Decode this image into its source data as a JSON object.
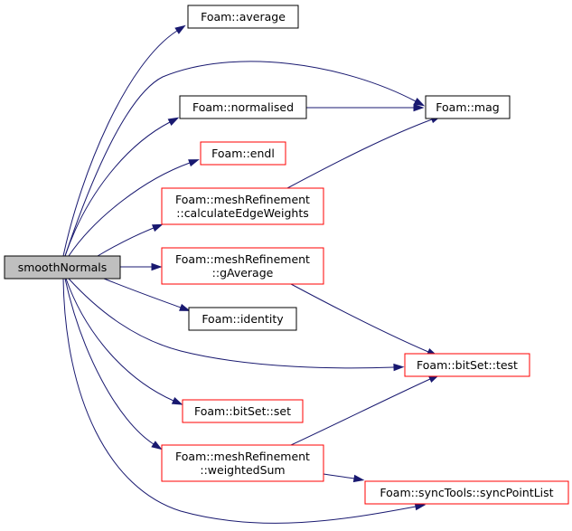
{
  "graph": {
    "root": "smoothNormals",
    "colors": {
      "root_fill": "#bfbfbf",
      "root_border": "#000000",
      "normal_border": "#000000",
      "truncated_border": "#ff0000",
      "edge": "#191970",
      "background": "#ffffff"
    },
    "nodes": [
      {
        "id": "smoothNormals",
        "lines": [
          "smoothNormals"
        ],
        "border": "root"
      },
      {
        "id": "average",
        "lines": [
          "Foam::average"
        ],
        "border": "normal"
      },
      {
        "id": "normalised",
        "lines": [
          "Foam::normalised"
        ],
        "border": "normal"
      },
      {
        "id": "mag",
        "lines": [
          "Foam::mag"
        ],
        "border": "normal"
      },
      {
        "id": "endl",
        "lines": [
          "Foam::endl"
        ],
        "border": "truncated"
      },
      {
        "id": "calcEdgeWeights",
        "lines": [
          "Foam::meshRefinement",
          "::calculateEdgeWeights"
        ],
        "border": "truncated"
      },
      {
        "id": "gAverage",
        "lines": [
          "Foam::meshRefinement",
          "::gAverage"
        ],
        "border": "truncated"
      },
      {
        "id": "identity",
        "lines": [
          "Foam::identity"
        ],
        "border": "normal"
      },
      {
        "id": "bitSetTest",
        "lines": [
          "Foam::bitSet::test"
        ],
        "border": "truncated"
      },
      {
        "id": "bitSetSet",
        "lines": [
          "Foam::bitSet::set"
        ],
        "border": "truncated"
      },
      {
        "id": "weightedSum",
        "lines": [
          "Foam::meshRefinement",
          "::weightedSum"
        ],
        "border": "truncated"
      },
      {
        "id": "syncPointList",
        "lines": [
          "Foam::syncTools::syncPointList"
        ],
        "border": "truncated"
      }
    ],
    "edges": [
      {
        "from": "smoothNormals",
        "to": "average"
      },
      {
        "from": "smoothNormals",
        "to": "mag"
      },
      {
        "from": "smoothNormals",
        "to": "normalised"
      },
      {
        "from": "smoothNormals",
        "to": "endl"
      },
      {
        "from": "smoothNormals",
        "to": "calcEdgeWeights"
      },
      {
        "from": "smoothNormals",
        "to": "gAverage"
      },
      {
        "from": "smoothNormals",
        "to": "identity"
      },
      {
        "from": "smoothNormals",
        "to": "bitSetTest"
      },
      {
        "from": "smoothNormals",
        "to": "bitSetSet"
      },
      {
        "from": "smoothNormals",
        "to": "weightedSum"
      },
      {
        "from": "smoothNormals",
        "to": "syncPointList"
      },
      {
        "from": "normalised",
        "to": "mag"
      },
      {
        "from": "calcEdgeWeights",
        "to": "mag"
      },
      {
        "from": "gAverage",
        "to": "bitSetTest"
      },
      {
        "from": "weightedSum",
        "to": "bitSetTest"
      },
      {
        "from": "weightedSum",
        "to": "syncPointList"
      }
    ]
  }
}
